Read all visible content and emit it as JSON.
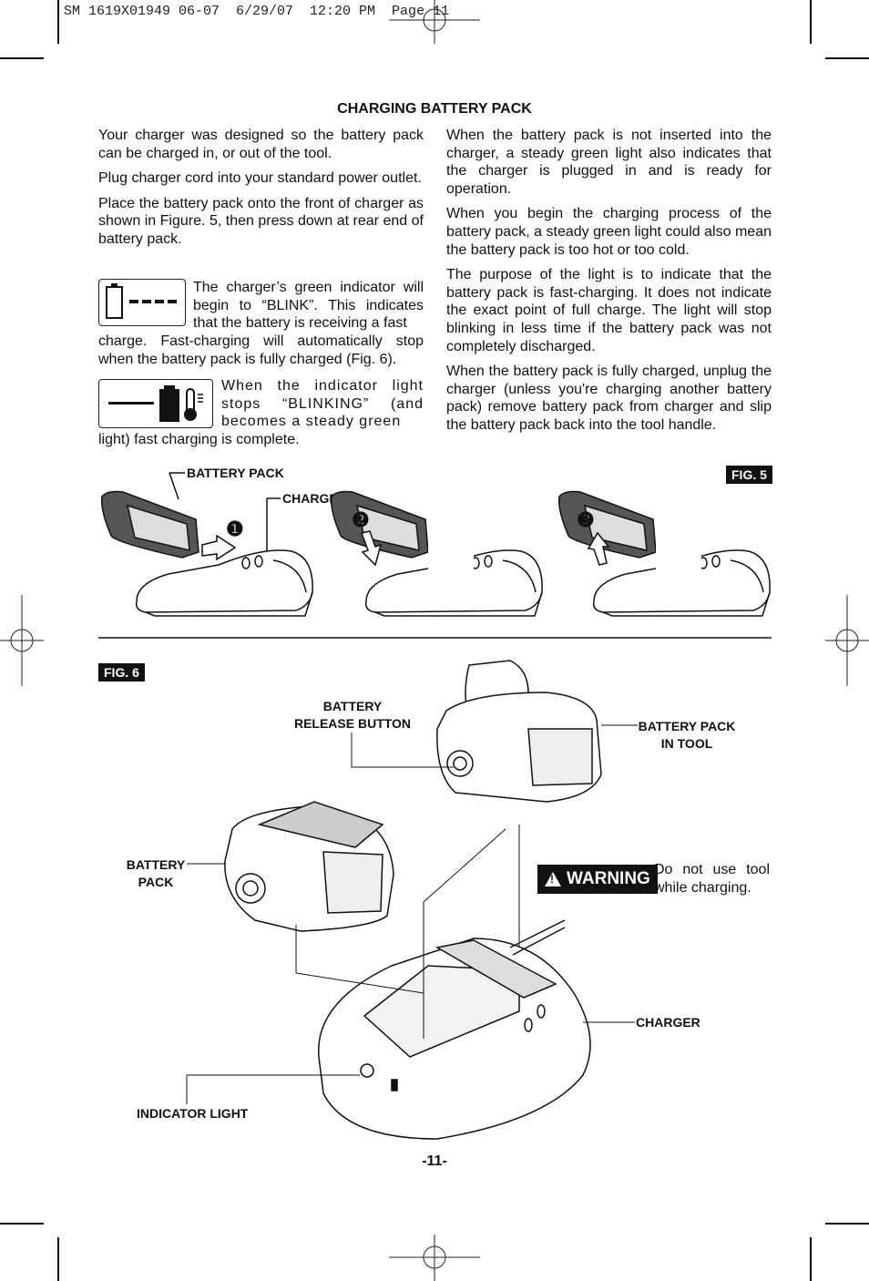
{
  "slug": "SM 1619X01949 06-07  6/29/07  12:20 PM  Page 11",
  "title": "CHARGING BATTERY PACK",
  "left_col": {
    "p1": "Your charger was designed so the battery pack can be charged in, or out of the tool.",
    "p2": "Plug charger cord into your standard power outlet.",
    "p3": "Place the battery pack onto the front of charger as shown in Figure. 5, then press down at rear end of battery pack.",
    "p4_top": "The charger’s green indicator will begin to “BLINK”. This indicates that the battery is receiving a fast",
    "p4_bottom": "charge. Fast-charging will automatically stop when the battery pack is fully charged (Fig. 6).",
    "p5_top": "When the indicator light stops “BLINKING” (and becomes a steady green",
    "p5_bottom": "light) fast charging is complete."
  },
  "right_col": {
    "p1": "When the battery pack is not inserted into the charger, a steady green light also indicates that the charger is plugged in and is ready for operation.",
    "p2": "When you begin the charging process of the battery pack, a steady green light could also mean the battery pack is too hot or too cold.",
    "p3": "The purpose of the light is to indicate that the battery pack is fast-charging. It does not indicate the exact point of full charge. The light will stop blinking in less time if the battery pack was not completely discharged.",
    "p4": "When the battery pack is fully charged, unplug the charger (unless you're charging another battery pack) remove battery pack from charger and slip the battery pack back into the tool handle."
  },
  "fig5": {
    "tag": "FIG. 5",
    "label_battery": "BATTERY PACK",
    "label_charger": "CHARGER",
    "steps": [
      "❶",
      "❷",
      "❸"
    ]
  },
  "fig6": {
    "tag": "FIG. 6",
    "label_release": "BATTERY RELEASE BUTTON",
    "label_pack_in_tool": "BATTERY PACK IN TOOL",
    "label_battery": "BATTERY PACK",
    "label_charger": "CHARGER",
    "label_indicator": "INDICATOR LIGHT"
  },
  "warning": {
    "symbol": "!",
    "word": "WARNING",
    "text": "Do not use tool while charging."
  },
  "page_number": "-11-"
}
